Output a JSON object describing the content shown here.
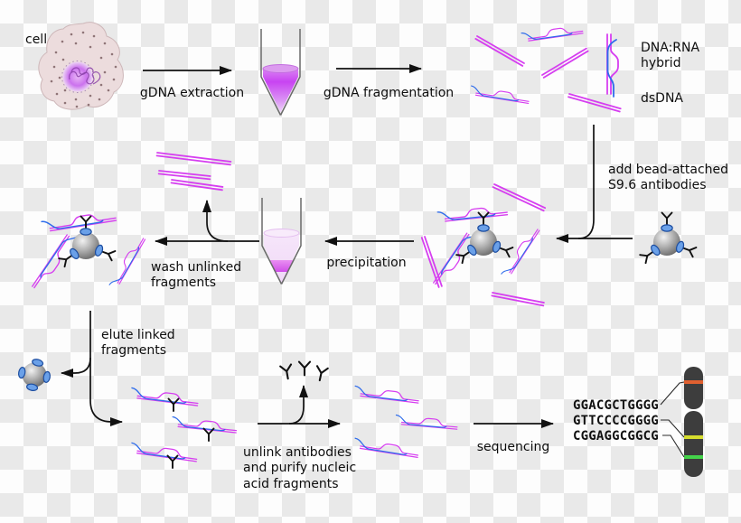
{
  "labels": {
    "cell": "cell",
    "extraction": "gDNA extraction",
    "fragmentation": "gDNA fragmentation",
    "legend_hybrid": "DNA:RNA\nhybrid",
    "legend_dsdna": "dsDNA",
    "add_antibodies": "add bead-attached\nS9.6 antibodies",
    "precipitation": "precipitation",
    "wash": "wash unlinked\nfragments",
    "elute": "elute linked\nfragments",
    "unlink": "unlink antibodies\nand purify nucleic\nacid fragments",
    "sequencing": "sequencing"
  },
  "sequencing_reads": [
    "GGACGCTGGGG",
    "GTTCCCCGGGG",
    "CGGAGGCGGCG"
  ],
  "icons": {
    "cell-illustration": "eukaryotic cell with nucleus",
    "tube-icon": "conical centrifuge tube",
    "dsdna-fragment": "magenta double line",
    "hybrid-fragment": "DNA:RNA hybrid R-loop with blue RNA strand",
    "bead-icon": "gray sphere with blue attachment sites",
    "antibody-icon": "Y-shaped antibody",
    "chromosome-icon": "dark chromosome ideogram with colored bands"
  },
  "colors": {
    "dsdna_magenta": "#d63ef0",
    "rna_blue": "#2e6ceb",
    "arrow_black": "#111111",
    "bead_attachment_blue": "#6aa0e8",
    "tube_liquid_purple": "#c843f2",
    "chromosome_dark": "#3d3d3d",
    "band_orange": "#e06030",
    "band_yellow": "#d6de2e",
    "band_green": "#44d44a"
  }
}
